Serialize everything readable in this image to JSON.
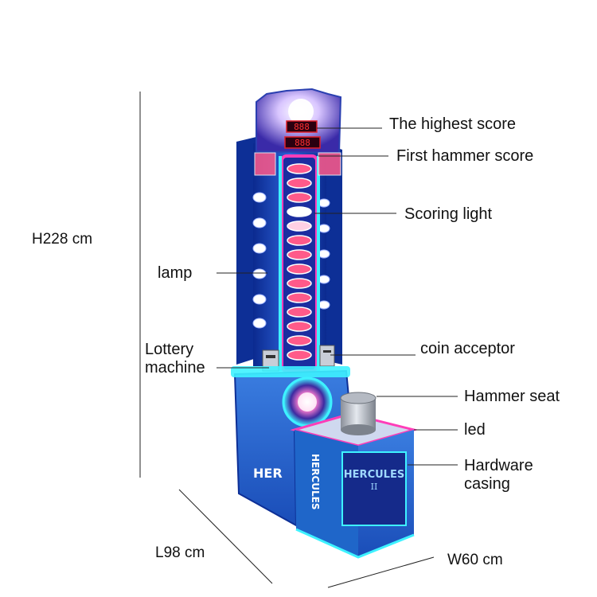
{
  "dimensions": {
    "height": "H228 cm",
    "length": "L98 cm",
    "width": "W60 cm"
  },
  "callouts": {
    "highest_score": "The highest score",
    "first_hammer_score": "First hammer score",
    "scoring_light": "Scoring light",
    "lamp": "lamp",
    "lottery_line1": "Lottery",
    "lottery_line2": "machine",
    "coin_acceptor": "coin acceptor",
    "hammer_seat": "Hammer seat",
    "led": "led",
    "hardware_line1": "Hardware",
    "hardware_line2": "casing"
  },
  "machine": {
    "brand_front": "HERCULES",
    "brand_side": "HERCULES",
    "brand_base": "HER",
    "model_suffix": "II",
    "score_digits_top": "888",
    "score_digits_bottom": "888"
  },
  "colors": {
    "cabinet_blue": "#1f66c9",
    "cabinet_dark": "#122a8a",
    "neon_pink": "#ff3db8",
    "neon_cyan": "#3ef2ff",
    "led_red": "#e0202a"
  }
}
